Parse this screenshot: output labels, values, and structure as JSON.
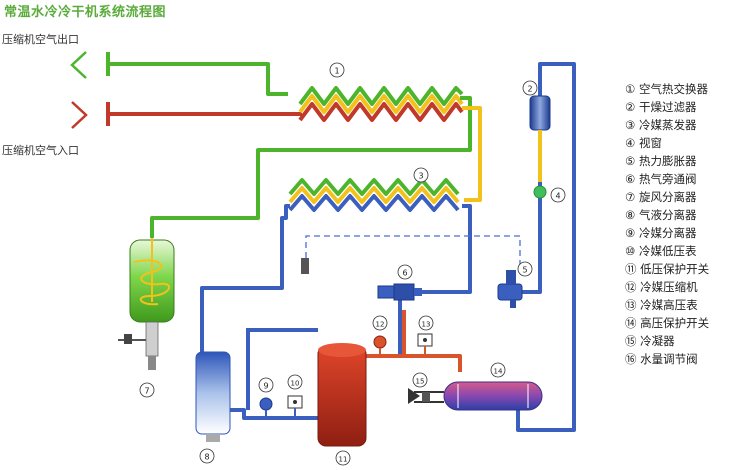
{
  "title": "常温水冷冷干机系统流程图",
  "labels": {
    "air_outlet": "压缩机空气出口",
    "air_inlet": "压缩机空气入口"
  },
  "components": [
    {
      "num": "①",
      "name": "空气热交换器"
    },
    {
      "num": "②",
      "name": "干燥过滤器"
    },
    {
      "num": "③",
      "name": "冷媒蒸发器"
    },
    {
      "num": "④",
      "name": "视窗"
    },
    {
      "num": "⑤",
      "name": "热力膨胀器"
    },
    {
      "num": "⑥",
      "name": "热气旁通阀"
    },
    {
      "num": "⑦",
      "name": "旋风分离器"
    },
    {
      "num": "⑧",
      "name": "气液分离器"
    },
    {
      "num": "⑨",
      "name": "冷媒分离器"
    },
    {
      "num": "⑩",
      "name": "冷媒低压表"
    },
    {
      "num": "⑪",
      "name": "低压保护开关"
    },
    {
      "num": "⑫",
      "name": "冷媒压缩机"
    },
    {
      "num": "⑬",
      "name": "冷媒高压表"
    },
    {
      "num": "⑭",
      "name": "高压保护开关"
    },
    {
      "num": "⑮",
      "name": "冷凝器"
    },
    {
      "num": "⑯",
      "name": "水量调节阀"
    }
  ],
  "colors": {
    "title": "#5aab3c",
    "green_pipe": "#4cb52c",
    "red_pipe": "#c0392b",
    "yellow_pipe": "#f2c21b",
    "blue_pipe": "#3a5fbf",
    "dashed_line": "#4a6fd0"
  }
}
